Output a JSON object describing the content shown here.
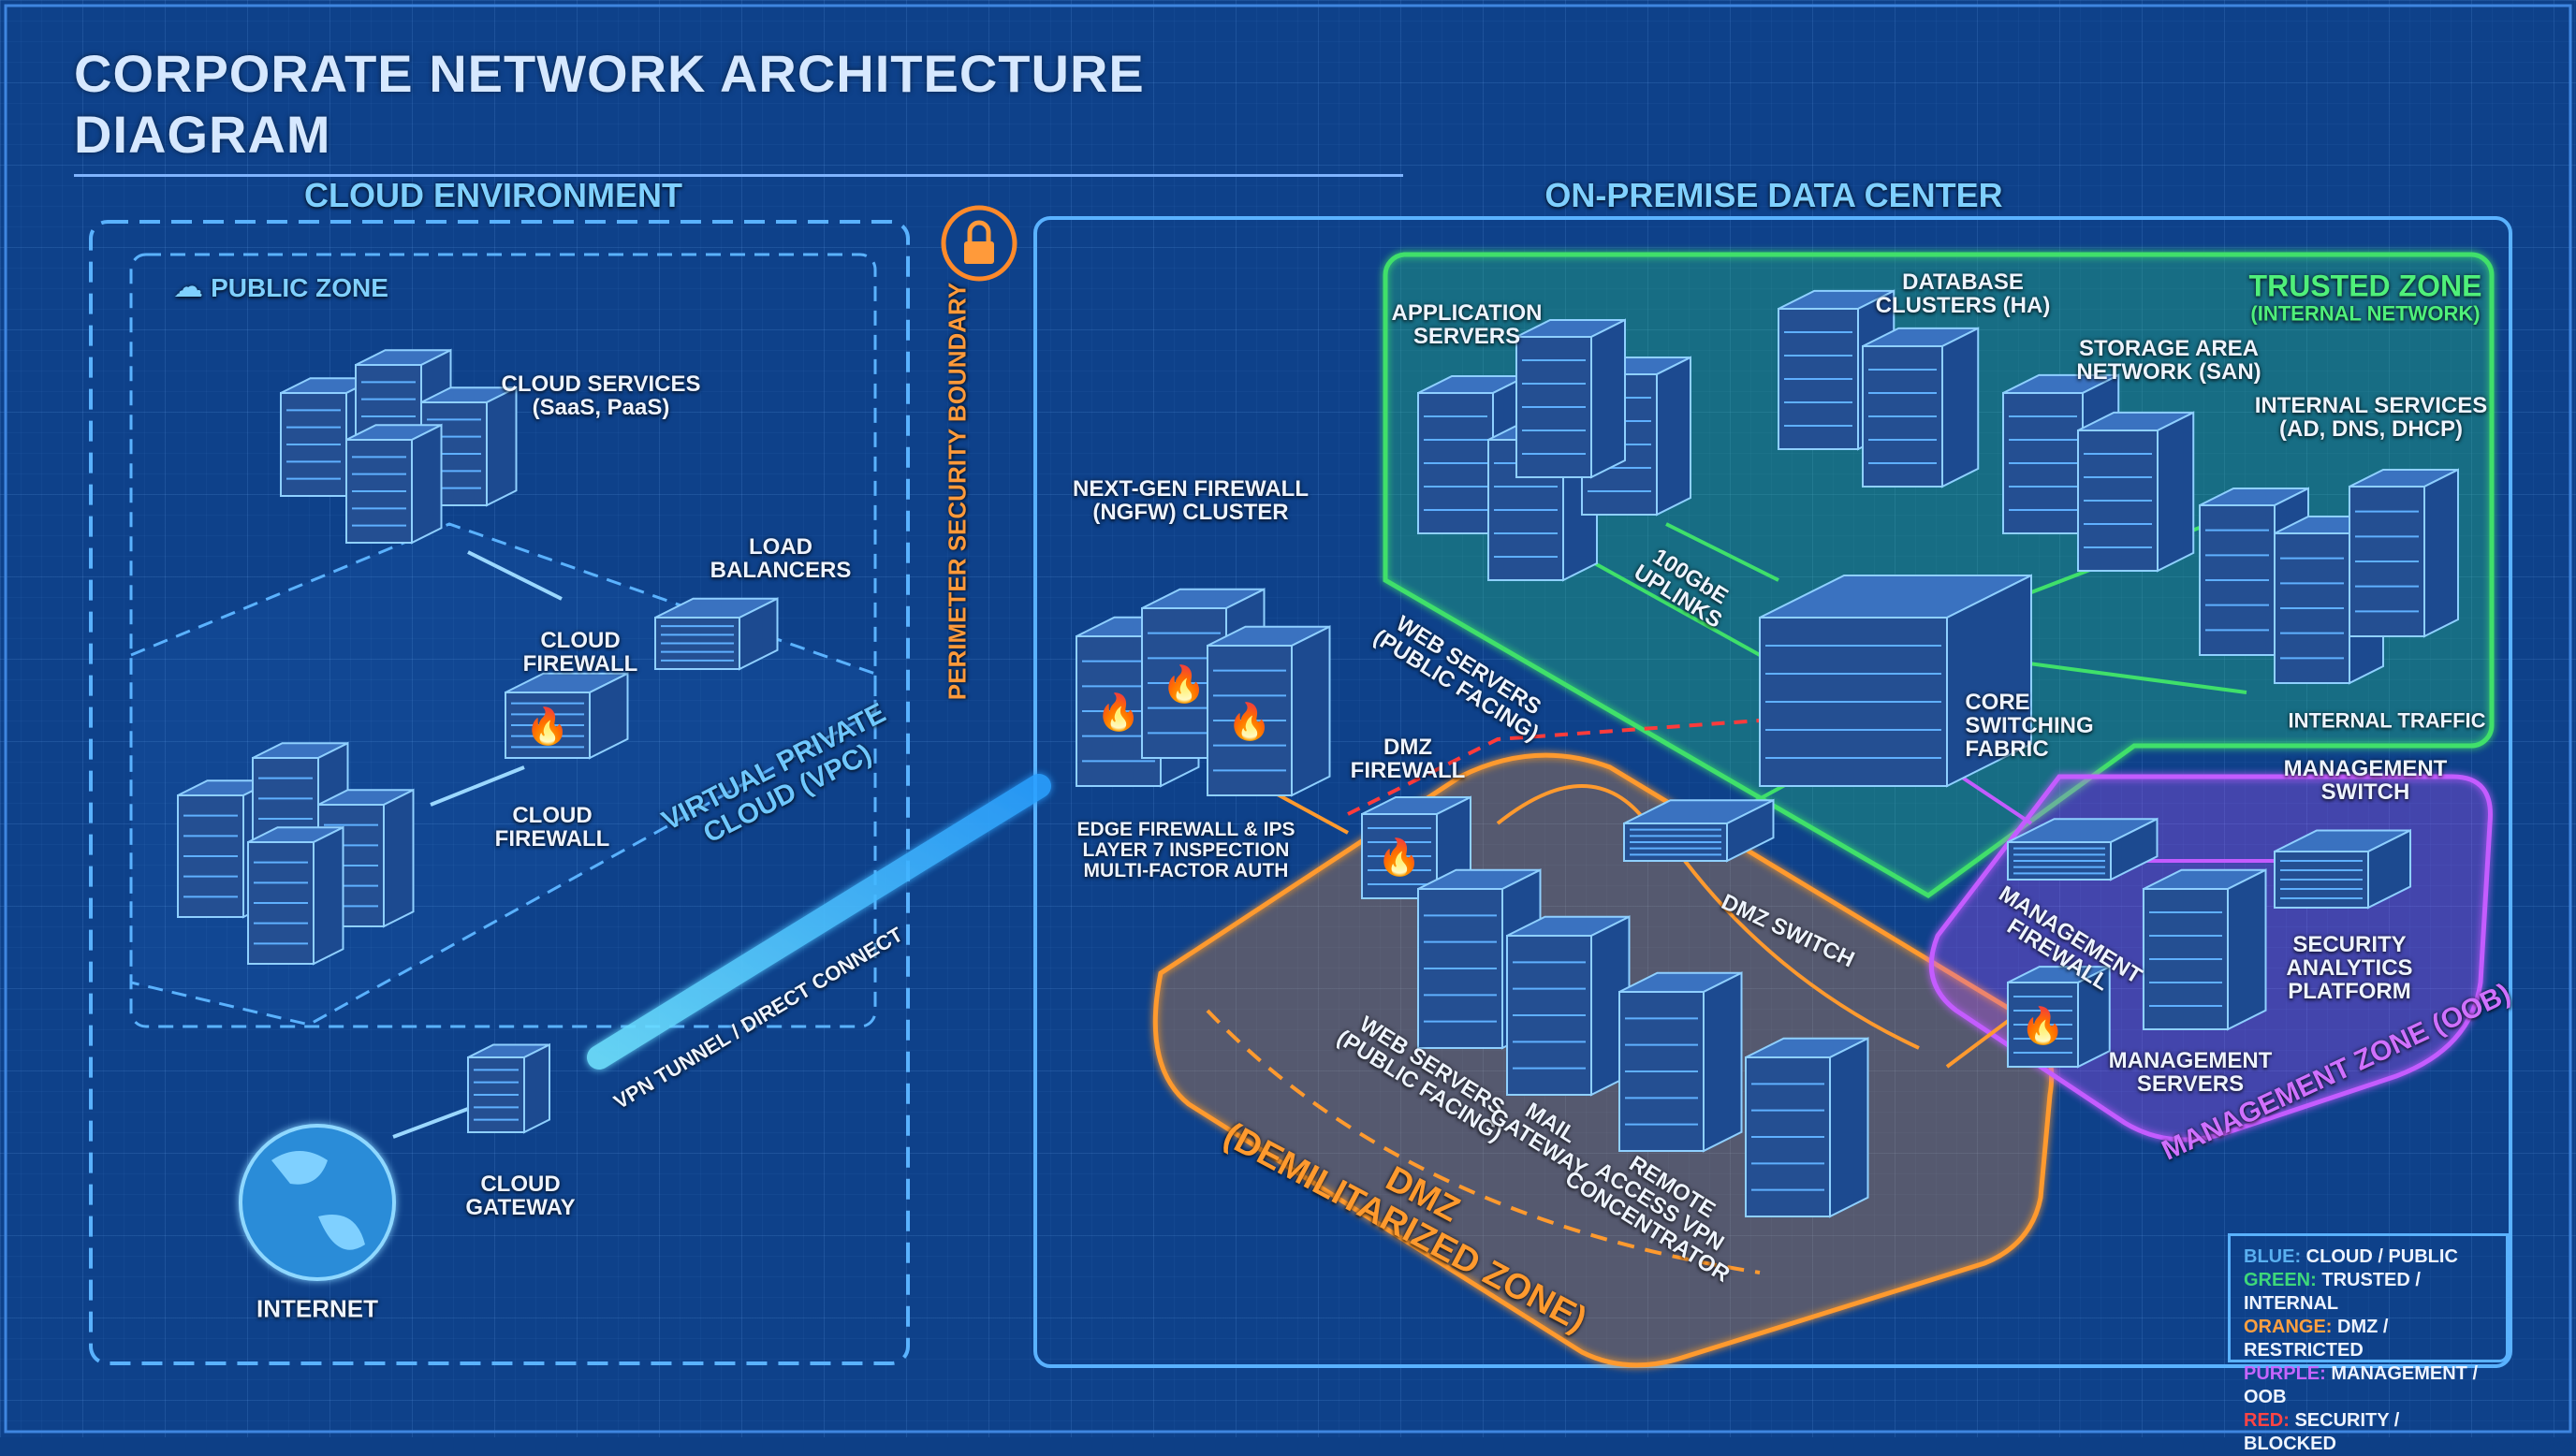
{
  "title": "CORPORATE NETWORK ARCHITECTURE DIAGRAM",
  "colors": {
    "cloud": "#4fb0ff",
    "trusted": "#3fe06a",
    "dmz": "#ff9a2e",
    "management": "#c45bff",
    "security": "#ff3b3b",
    "boundary": "#ff8a2a"
  },
  "cloud": {
    "title": "CLOUD ENVIRONMENT",
    "public_zone": "PUBLIC ZONE",
    "cloud_services": [
      "CLOUD SERVICES",
      "(SaaS, PaaS)"
    ],
    "load_balancers": [
      "LOAD",
      "BALANCERS"
    ],
    "cloud_firewall_1": [
      "CLOUD",
      "FIREWALL"
    ],
    "cloud_firewall_2": [
      "CLOUD",
      "FIREWALL"
    ],
    "vpc": [
      "VIRTUAL PRIVATE",
      "CLOUD (VPC)"
    ],
    "cloud_gateway": [
      "CLOUD",
      "GATEWAY"
    ],
    "internet": "INTERNET",
    "vpn_tunnel": "VPN TUNNEL / DIRECT CONNECT"
  },
  "perimeter": {
    "label": "PERIMETER SECURITY BOUNDARY",
    "icon": "lock-icon"
  },
  "onprem": {
    "title": "ON-PREMISE DATA CENTER",
    "ngfw": [
      "NEXT-GEN FIREWALL",
      "(NGFW) CLUSTER"
    ],
    "edge": [
      "EDGE FIREWALL & IPS",
      "LAYER 7 INSPECTION",
      "MULTI-FACTOR AUTH"
    ],
    "dmz_firewall": [
      "DMZ",
      "FIREWALL"
    ],
    "web_servers_top": [
      "WEB SERVERS",
      "(PUBLIC FACING)"
    ],
    "uplinks": [
      "100GbE",
      "UPLINKS"
    ],
    "trusted": {
      "title": "TRUSTED ZONE",
      "subtitle": "(INTERNAL NETWORK)",
      "application_servers": [
        "APPLICATION",
        "SERVERS"
      ],
      "database": [
        "DATABASE",
        "CLUSTERS (HA)"
      ],
      "san": [
        "STORAGE AREA",
        "NETWORK (SAN)"
      ],
      "internal_services": [
        "INTERNAL SERVICES",
        "(AD, DNS, DHCP)"
      ],
      "core": [
        "CORE",
        "SWITCHING",
        "FABRIC"
      ],
      "internal_traffic": "INTERNAL TRAFFIC"
    },
    "dmz": {
      "title": "DMZ",
      "subtitle": "(DEMILITARIZED ZONE)",
      "switch": "DMZ SWITCH",
      "web_servers": [
        "WEB SERVERS",
        "(PUBLIC FACING)"
      ],
      "mail": [
        "MAIL",
        "GATEWAY"
      ],
      "vpn": [
        "REMOTE",
        "ACCESS VPN",
        "CONCENTRATOR"
      ]
    },
    "management": {
      "title": "MANAGEMENT ZONE (OOB)",
      "switch": [
        "MANAGEMENT",
        "SWITCH"
      ],
      "firewall": [
        "MANAGEMENT",
        "FIREWALL"
      ],
      "siem": [
        "SECURITY",
        "ANALYTICS",
        "PLATFORM"
      ],
      "servers": [
        "MANAGEMENT",
        "SERVERS"
      ]
    }
  },
  "legend": [
    {
      "key": "BLUE:",
      "text": " CLOUD / PUBLIC",
      "color": "#5ab0f0"
    },
    {
      "key": "GREEN:",
      "text": " TRUSTED / INTERNAL",
      "color": "#3ed87a"
    },
    {
      "key": "ORANGE:",
      "text": " DMZ / RESTRICTED",
      "color": "#ffa040"
    },
    {
      "key": "PURPLE:",
      "text": " MANAGEMENT / OOB",
      "color": "#c565ff"
    },
    {
      "key": "RED:",
      "text": " SECURITY / BLOCKED",
      "color": "#ff4444"
    }
  ]
}
